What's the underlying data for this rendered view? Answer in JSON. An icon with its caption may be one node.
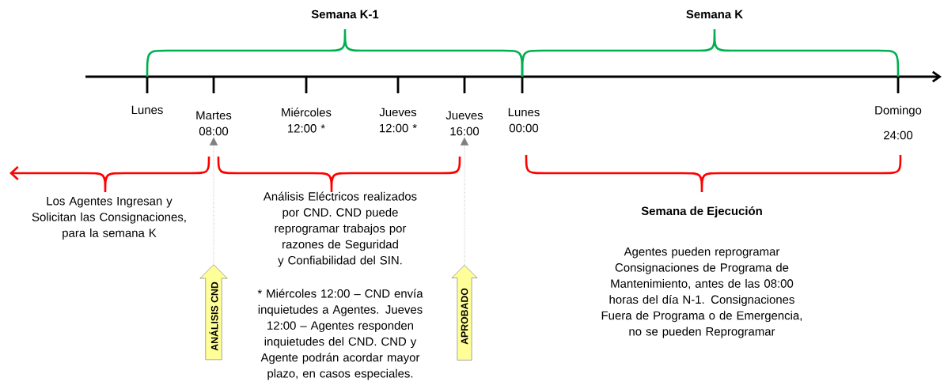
{
  "diagram": {
    "nodes": [
      {
        "text": [
          "Martes 08:00"
        ]
      },
      {
        "text": [
          "Jueves 16:00"
        ]
      },
      {
        "text": [
          "ANÁLISIS CND"
        ]
      },
      {
        "text": [
          "APROBADO"
        ]
      }
    ],
    "edges": [
      {
        "from": 2,
        "to": 0,
        "arrow": "to",
        "style": "dashed"
      },
      {
        "from": 3,
        "to": 1,
        "arrow": "to",
        "style": "dashed"
      }
    ],
    "labels": [
      "Semana K-1",
      "Semana K",
      "Lunes",
      "Miércoles 12:00 *",
      "Jueves 12:00 *",
      "Lunes 00:00",
      "Domingo 24:00",
      "Los Agentes Ingresan y Solicitan las Consignaciones, para la semana K",
      "Análisis Eléctricos realizados por CND. CND puede reprogramar trabajos por razones de Seguridad y Confiabilidad del SIN.",
      "Semana de Ejecución",
      "Agentes pueden reprogramar Consignaciones de Programa de Mantenimiento, antes de las 08:00 horas del día N-1. Consignaciones Fuera de Programa o de Emergencia, no se pueden Reprogramar",
      "* Miércoles 12:00 – CND envía inquietudes a Agentes. Jueves 12:00 – Agentes responden inquietudes del CND. CND y Agente podrán acordar mayor plazo, en casos especiales."
    ]
  }
}
